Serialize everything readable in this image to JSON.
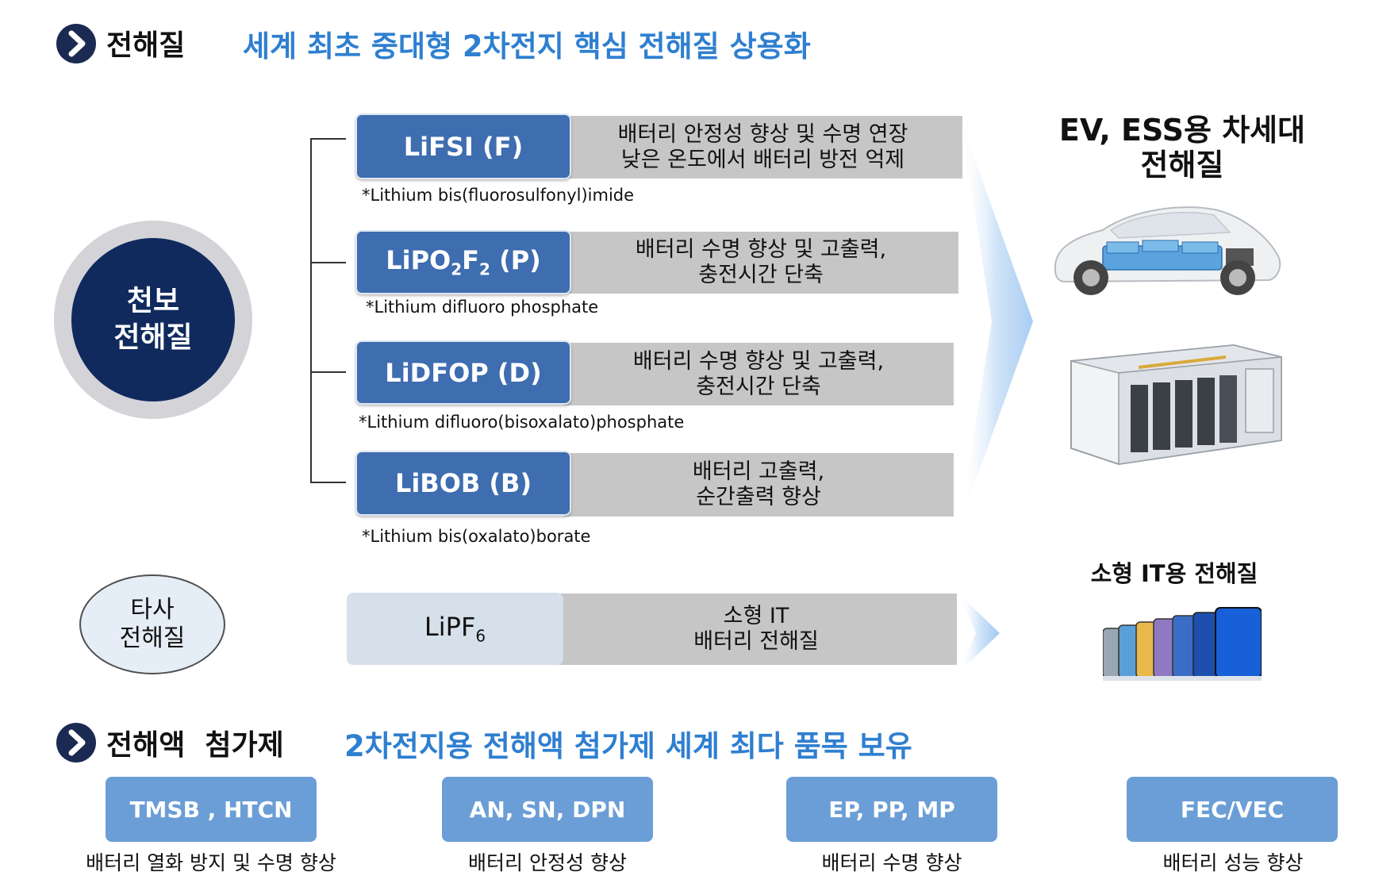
{
  "sections": {
    "electrolyte": {
      "title": "전해질",
      "subtitle": "세계 최초 중대형 2차전지 핵심 전해질 상용화"
    },
    "additive": {
      "title": "전해액  첨가제",
      "subtitle": "2차전지용 전해액 첨가제 세계 최다 품목 보유"
    }
  },
  "left": {
    "chunbo_line1": "천보",
    "chunbo_line2": "전해질",
    "other_line1": "타사",
    "other_line2": "전해질"
  },
  "products": [
    {
      "name": "LiFSI (F)",
      "desc_line1": "배터리 안정성 향상 및 수명 연장",
      "desc_line2": "낮은 온도에서 배터리 방전 억제",
      "footnote": "*Lithium bis(fluorosulfonyl)imide"
    },
    {
      "name_prefix": "LiPO",
      "sub1": "2",
      "name_mid": "F",
      "sub2": "2",
      "name_suffix": " (P)",
      "desc_line1": "배터리 수명 향상 및 고출력,",
      "desc_line2": "충전시간 단축",
      "footnote": "*Lithium difluoro phosphate"
    },
    {
      "name": "LiDFOP (D)",
      "desc_line1": "배터리 수명 향상 및 고출력,",
      "desc_line2": "충전시간 단축",
      "footnote": "*Lithium difluoro(bisoxalato)phosphate"
    },
    {
      "name": "LiBOB (B)",
      "desc_line1": "배터리 고출력,",
      "desc_line2": "순간출력 향상",
      "footnote": "*Lithium bis(oxalato)borate"
    }
  ],
  "lipf6": {
    "name_prefix": "LiPF",
    "sub": "6",
    "desc_line1": "소형 IT",
    "desc_line2": "배터리 전해질"
  },
  "right": {
    "ev_line1": "EV, ESS용 차세대",
    "ev_line2": "전해질",
    "it_title": "소형 IT용 전해질"
  },
  "additives": [
    {
      "name": "TMSB , HTCN",
      "label": "배터리 열화 방지 및 수명 향상"
    },
    {
      "name": "AN, SN, DPN",
      "label": "배터리 안정성 향상"
    },
    {
      "name": "EP, PP, MP",
      "label": "배터리 수명 향상"
    },
    {
      "name": "FEC/VEC",
      "label": "배터리 성능 향상"
    }
  ],
  "colors": {
    "accent_blue": "#2f7fd0",
    "product_blue": "#3e6db0",
    "navy": "#102a5e",
    "additive_blue": "#6b9ed6"
  }
}
